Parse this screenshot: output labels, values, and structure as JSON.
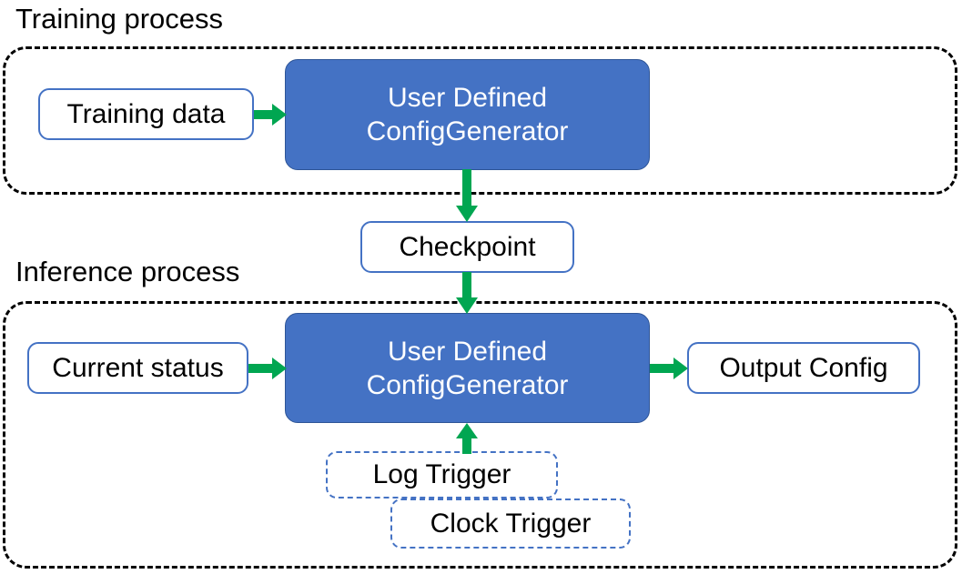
{
  "diagram": {
    "title_training": "Training process",
    "title_inference": "Inference process",
    "colors": {
      "accent_blue": "#4472C4",
      "arrow_green": "#00A651",
      "blue_fill": "#4472C4",
      "blue_border": "#2E5597",
      "container_border": "#000000",
      "text_dark": "#000000",
      "text_light": "#FFFFFF"
    },
    "training": {
      "input": {
        "label": "Training data"
      },
      "processor": {
        "line1": "User Defined",
        "line2": "ConfigGenerator"
      }
    },
    "checkpoint": {
      "label": "Checkpoint"
    },
    "inference": {
      "input": {
        "label": "Current status"
      },
      "processor": {
        "line1": "User Defined",
        "line2": "ConfigGenerator"
      },
      "output": {
        "label": "Output Config"
      },
      "triggers": [
        {
          "label": "Log Trigger"
        },
        {
          "label": "Clock Trigger"
        }
      ]
    },
    "arrows": [
      {
        "name": "training-data-to-generator",
        "direction": "right"
      },
      {
        "name": "generator-to-checkpoint",
        "direction": "down"
      },
      {
        "name": "checkpoint-to-generator",
        "direction": "down"
      },
      {
        "name": "current-status-to-generator",
        "direction": "right"
      },
      {
        "name": "generator-to-output-config",
        "direction": "right"
      },
      {
        "name": "triggers-to-generator",
        "direction": "up"
      }
    ]
  }
}
